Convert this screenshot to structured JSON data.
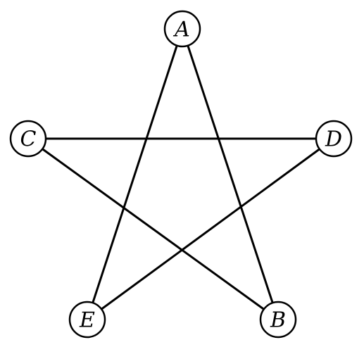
{
  "diagram": {
    "type": "graph",
    "nodes": [
      {
        "id": "A",
        "label": "A"
      },
      {
        "id": "B",
        "label": "B"
      },
      {
        "id": "C",
        "label": "C"
      },
      {
        "id": "D",
        "label": "D"
      },
      {
        "id": "E",
        "label": "E"
      }
    ],
    "edges": [
      {
        "from": "A",
        "to": "E"
      },
      {
        "from": "A",
        "to": "B"
      },
      {
        "from": "C",
        "to": "D"
      },
      {
        "from": "C",
        "to": "B"
      },
      {
        "from": "D",
        "to": "E"
      }
    ],
    "colors": {
      "line": "#000000",
      "node_fill": "#ffffff",
      "background": "#ffffff"
    }
  }
}
